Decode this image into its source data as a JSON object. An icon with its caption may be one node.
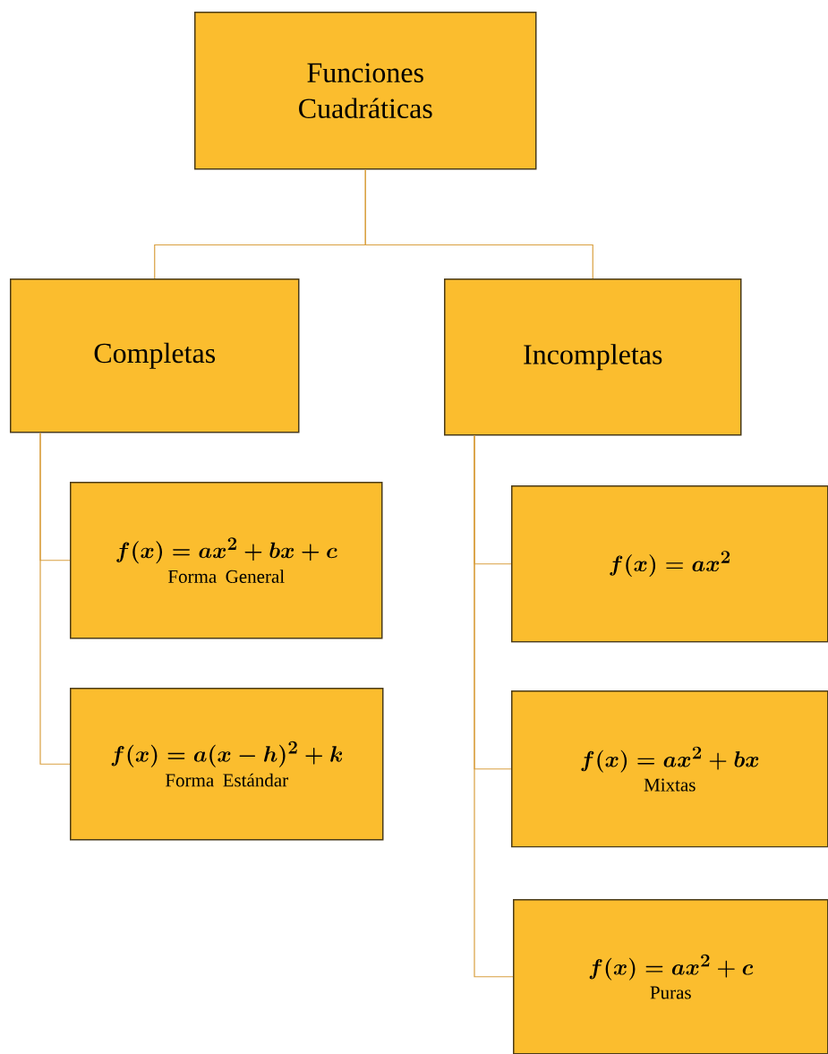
{
  "diagram": {
    "nodes": [
      {
        "text": [
          "Funciones Cuadráticas"
        ]
      },
      {
        "text": [
          "Completas"
        ]
      },
      {
        "text": [
          "Incompletas"
        ]
      },
      {
        "text": [
          "f(x) = ax^2 + bx + c",
          "Forma General"
        ]
      },
      {
        "text": [
          "f(x) = a(x-h)^2 + k",
          "Forma Estándar"
        ]
      },
      {
        "text": [
          "f(x) = ax^2"
        ]
      },
      {
        "text": [
          "f(x) = ax^2 + bx",
          "Mixtas"
        ]
      },
      {
        "text": [
          "f(x) = ax^2 + c",
          "Puras"
        ]
      }
    ],
    "edges": [
      {
        "from": 0,
        "to": 1,
        "arrow": "none"
      },
      {
        "from": 0,
        "to": 2,
        "arrow": "none"
      },
      {
        "from": 1,
        "to": 3,
        "arrow": "none"
      },
      {
        "from": 1,
        "to": 4,
        "arrow": "none"
      },
      {
        "from": 2,
        "to": 5,
        "arrow": "none"
      },
      {
        "from": 2,
        "to": 6,
        "arrow": "none"
      },
      {
        "from": 2,
        "to": 7,
        "arrow": "none"
      }
    ]
  }
}
